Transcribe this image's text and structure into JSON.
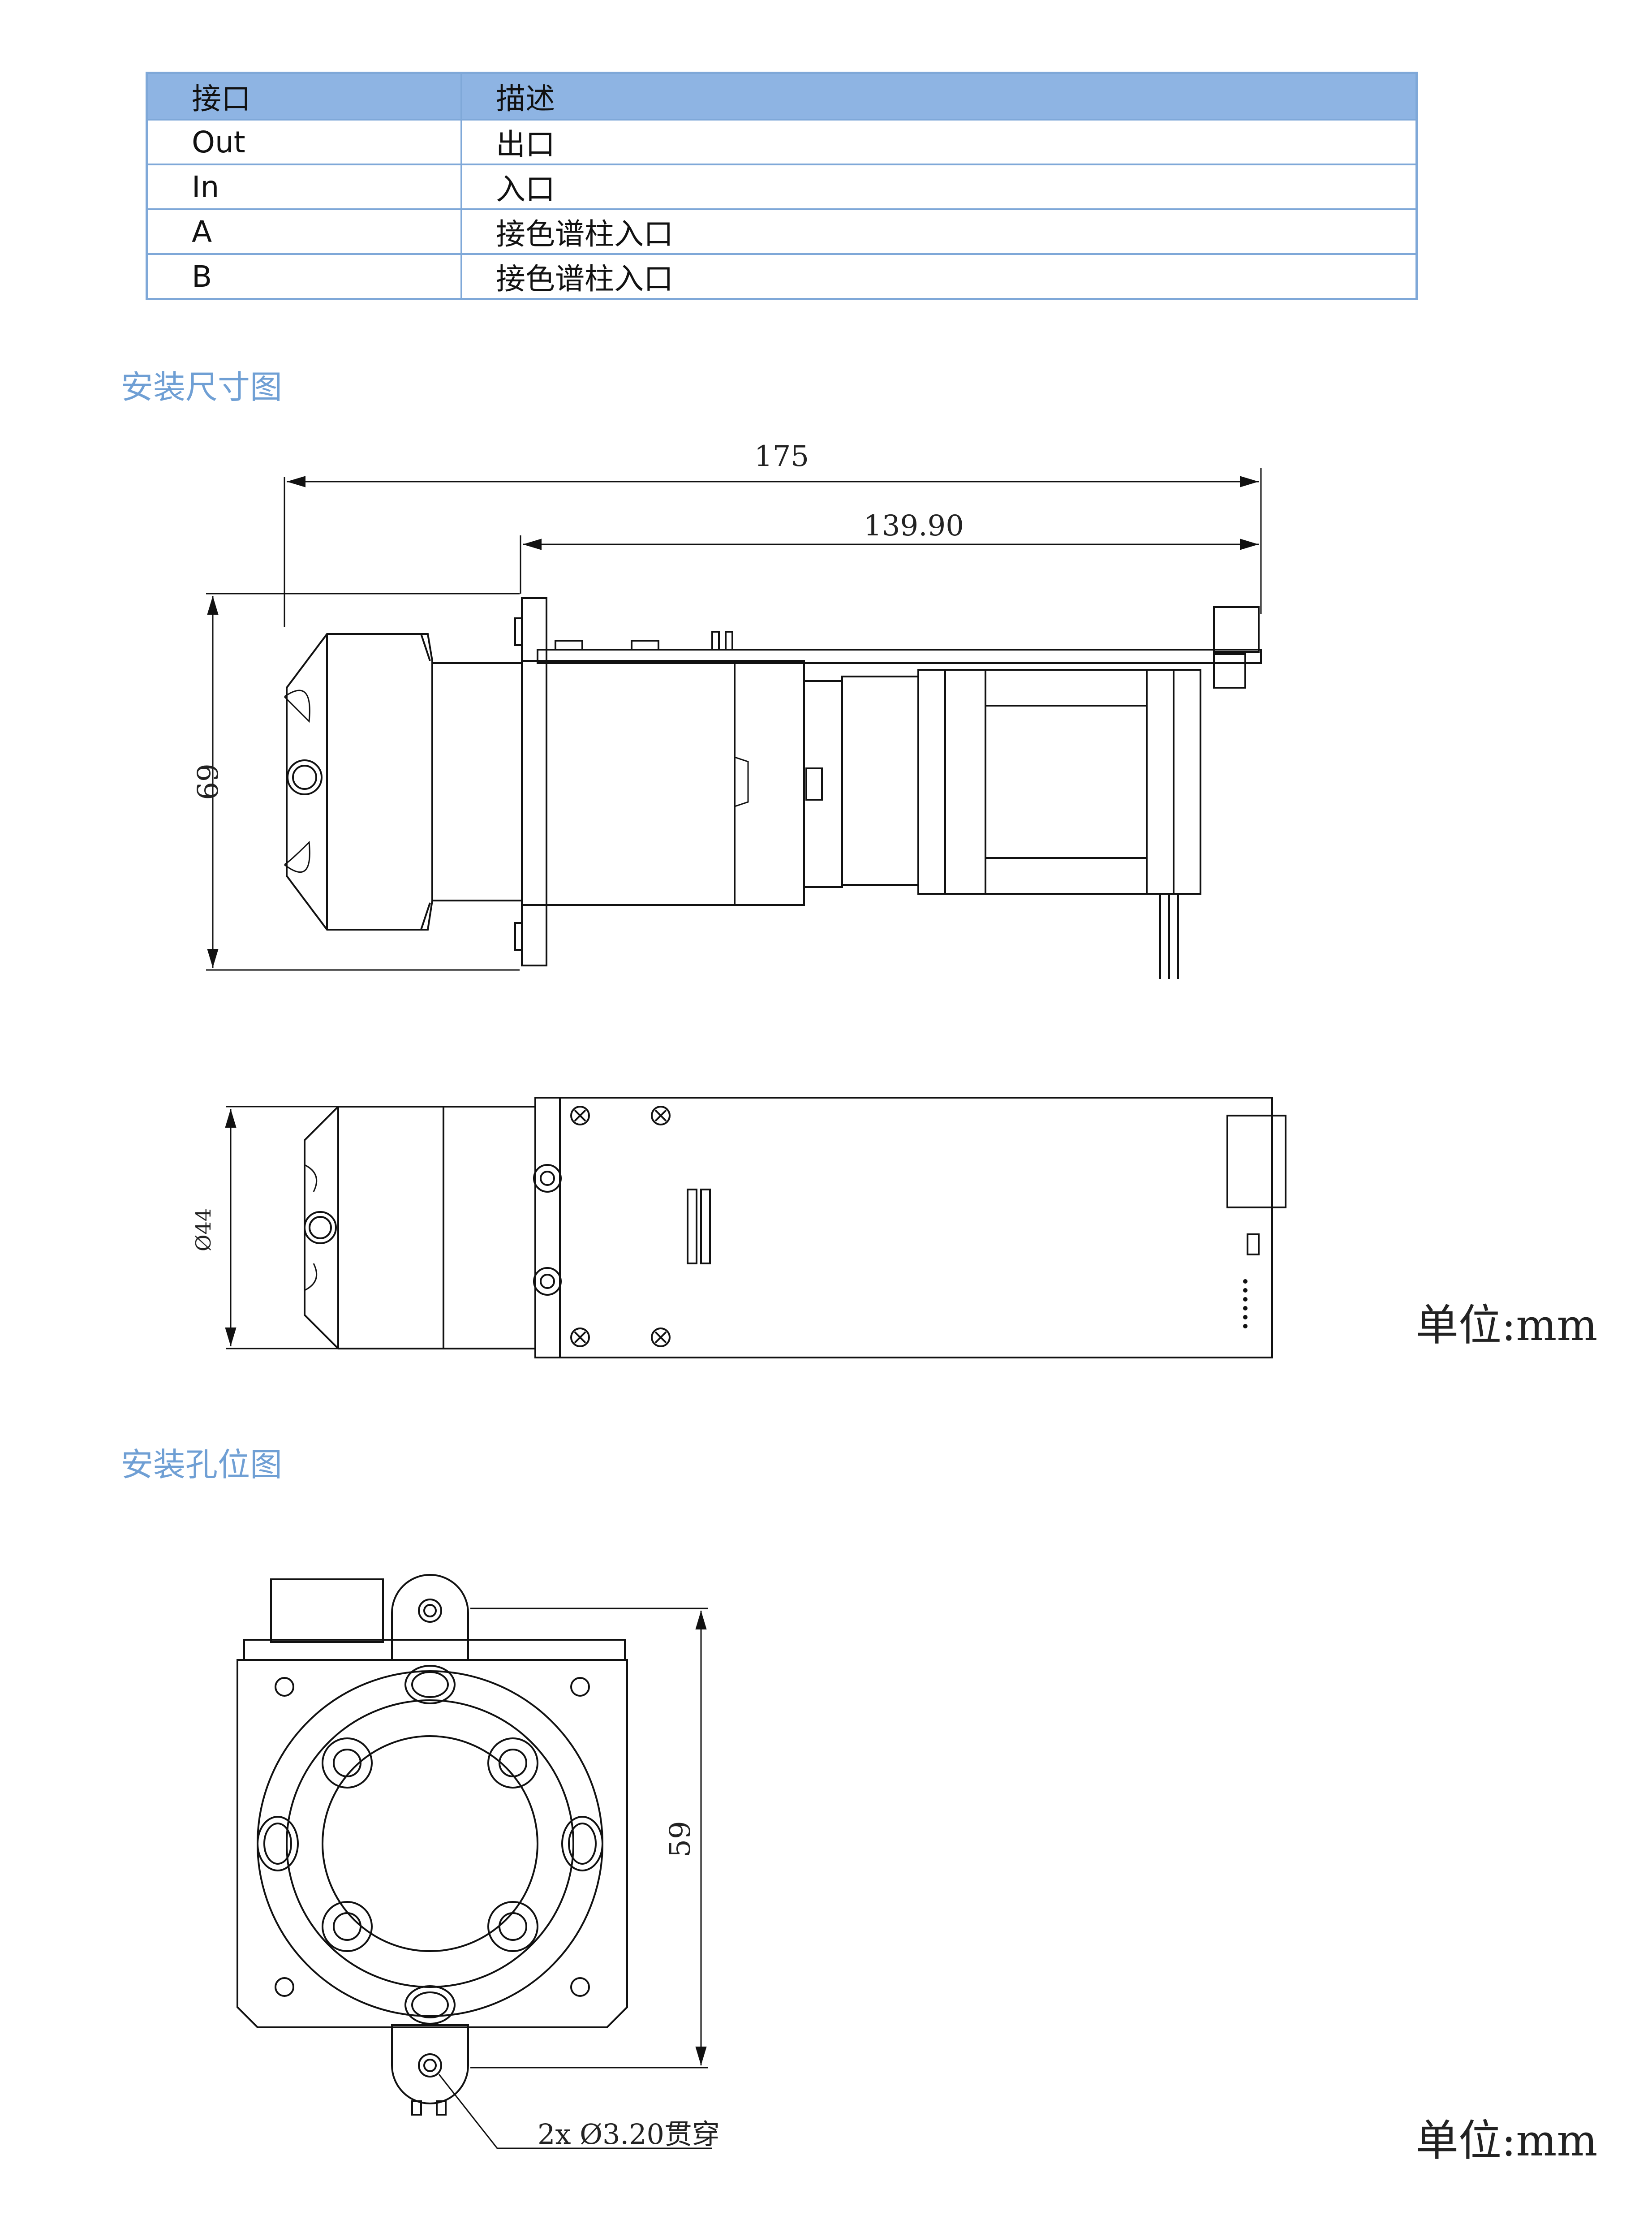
{
  "table": {
    "headers": [
      "接口",
      "描述"
    ],
    "rows": [
      [
        "Out",
        "出口"
      ],
      [
        "In",
        "入口"
      ],
      [
        "A",
        "接色谱柱入口"
      ],
      [
        "B",
        "接色谱柱入口"
      ]
    ]
  },
  "sections": {
    "dimensions_title": "安装尺寸图",
    "holes_title": "安装孔位图"
  },
  "dimensions": {
    "overall_length": "175",
    "board_length": "139.90",
    "height": "69",
    "diameter": "Ø44"
  },
  "holes": {
    "height": "59",
    "hole_note": "2x Ø3.20贯穿"
  },
  "unit_label": "单位:mm",
  "colors": {
    "header_bg": "#8eb4e3",
    "border": "#7fa8d8",
    "section_title": "#6f9fd4"
  }
}
